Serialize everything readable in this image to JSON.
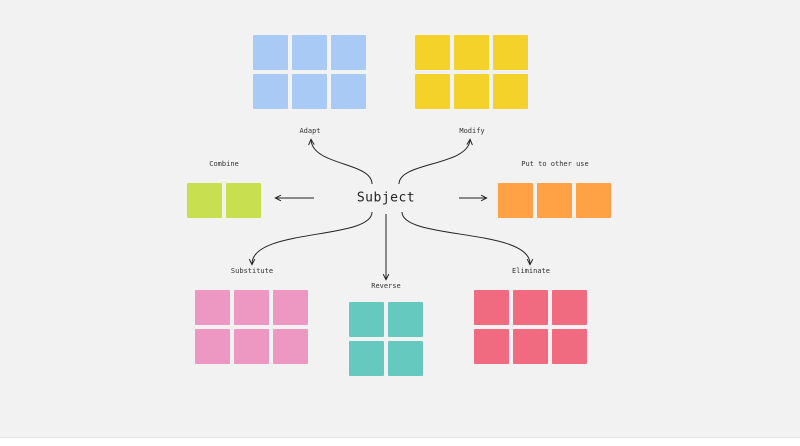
{
  "center": {
    "text": "Subject"
  },
  "branches": [
    {
      "id": "adapt",
      "label": "Adapt",
      "color": "#a8caf4",
      "rows": 2,
      "cols": 3
    },
    {
      "id": "modify",
      "label": "Modify",
      "color": "#f4d22a",
      "rows": 2,
      "cols": 3
    },
    {
      "id": "combine",
      "label": "Combine",
      "color": "#c8e04f",
      "rows": 1,
      "cols": 2
    },
    {
      "id": "put-to-other-use",
      "label": "Put to other use",
      "color": "#fea245",
      "rows": 1,
      "cols": 3
    },
    {
      "id": "substitute",
      "label": "Substitute",
      "color": "#ec98c2",
      "rows": 2,
      "cols": 3
    },
    {
      "id": "reverse",
      "label": "Reverse",
      "color": "#66c9c0",
      "rows": 2,
      "cols": 2
    },
    {
      "id": "eliminate",
      "label": "Eliminate",
      "color": "#f06a80",
      "rows": 2,
      "cols": 3
    }
  ]
}
